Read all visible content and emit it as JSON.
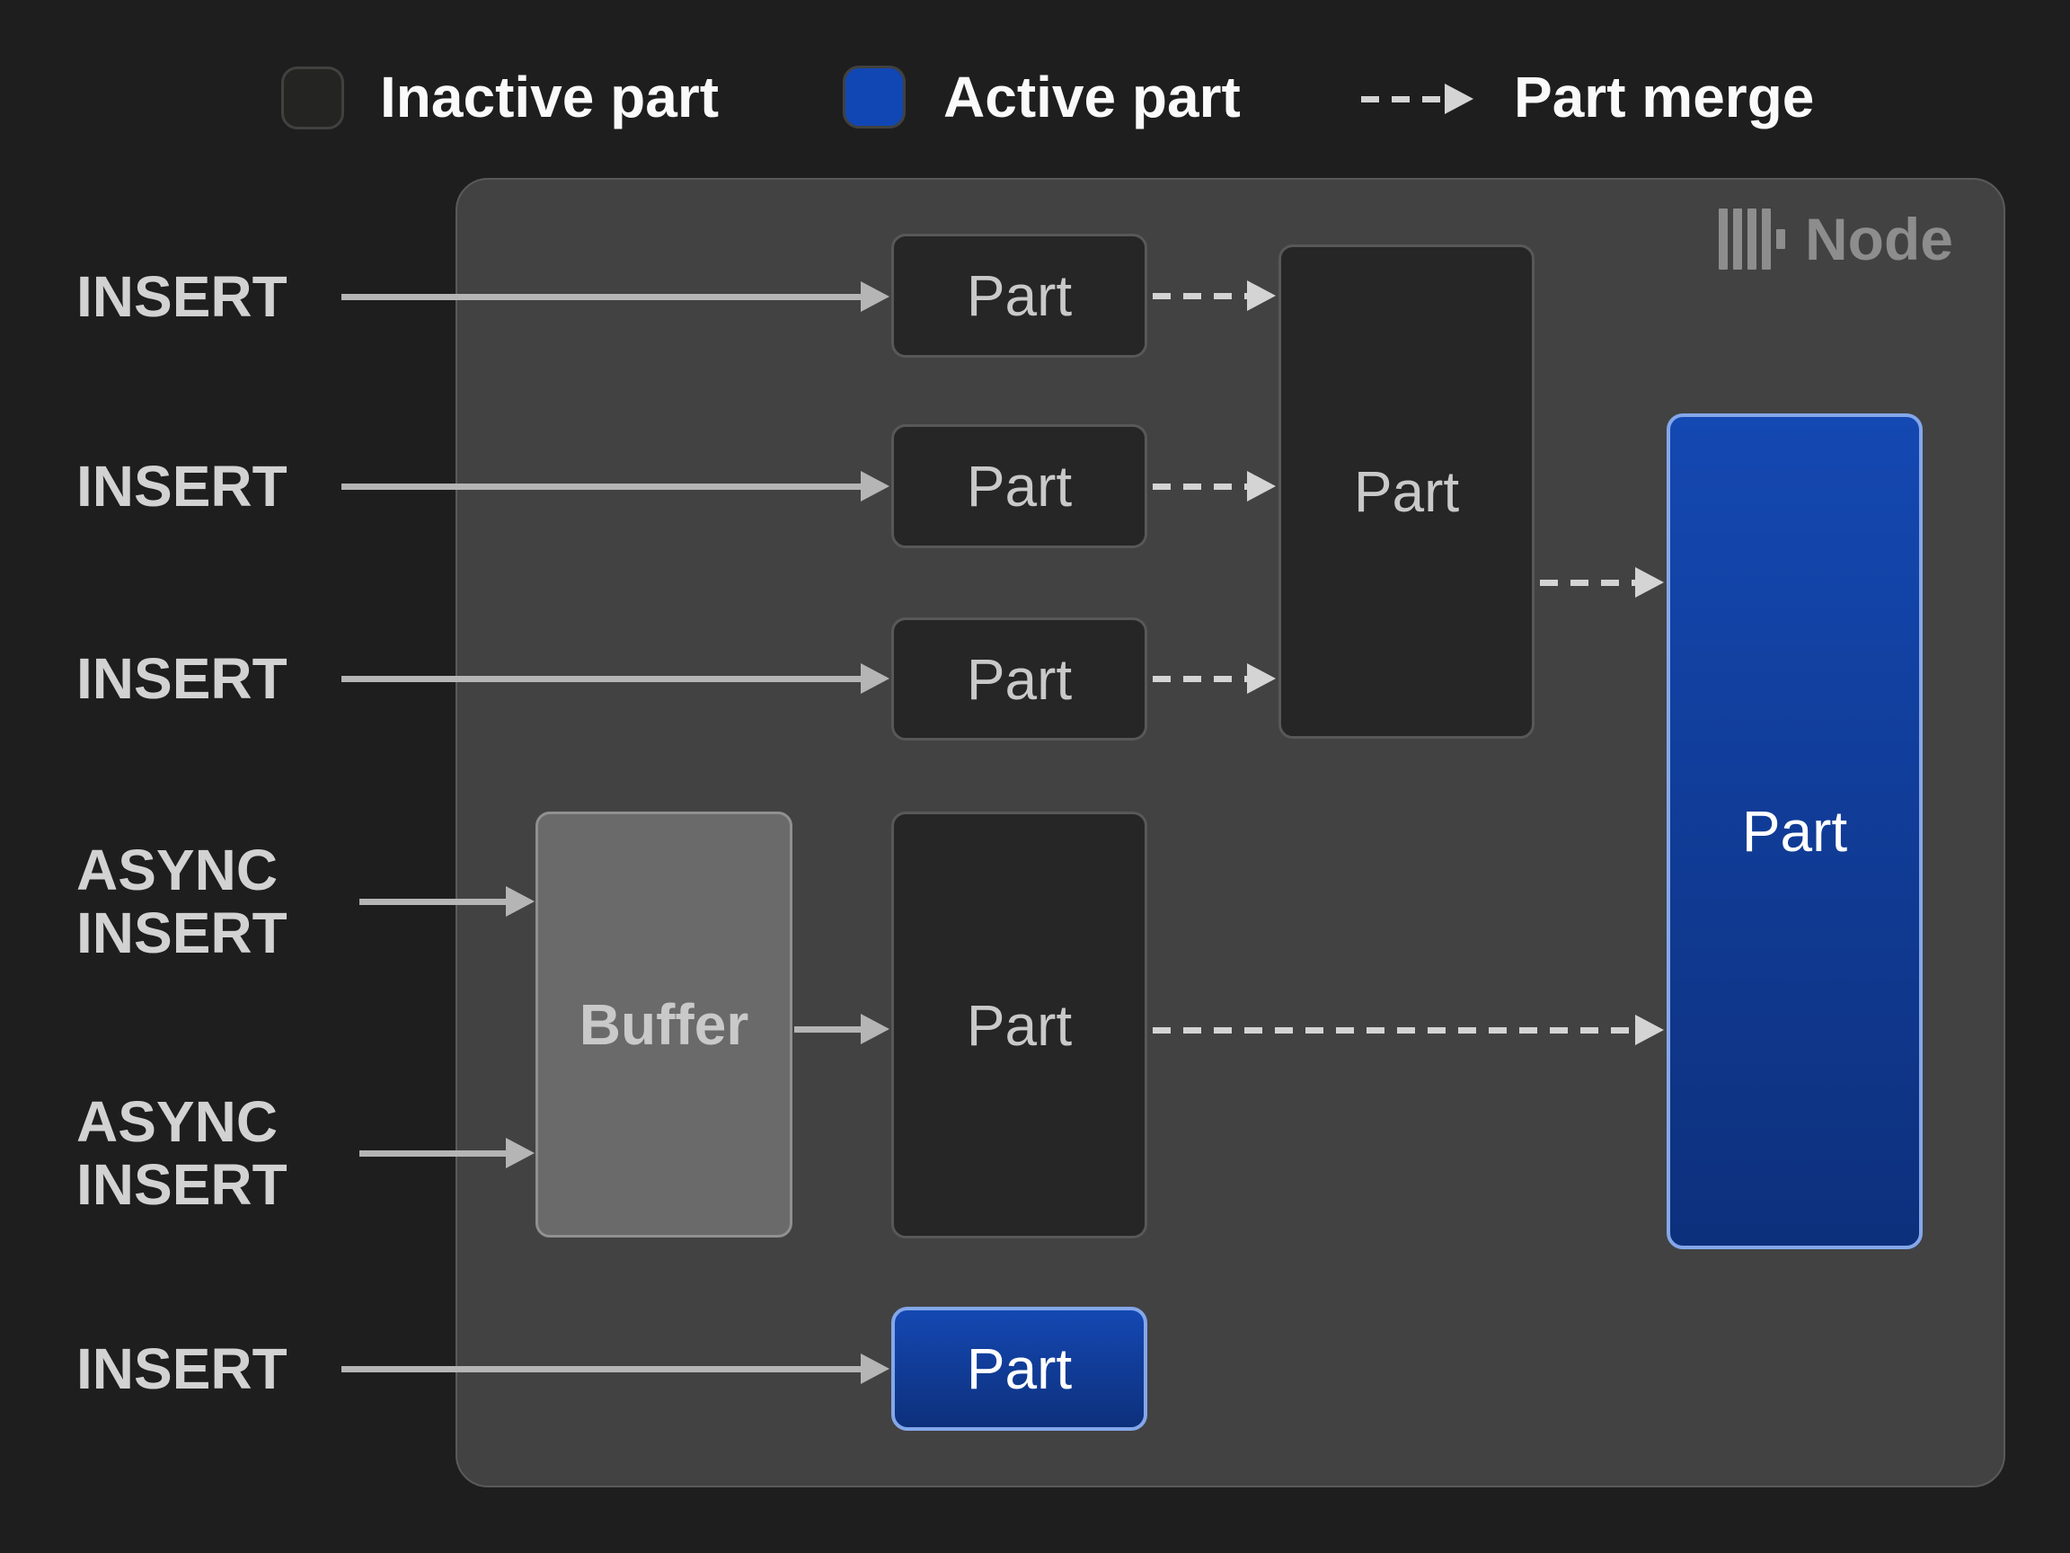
{
  "colors": {
    "page_bg": "#1e1e1f",
    "node_bg": "#424243",
    "node_border": "#5a5a5b",
    "inactive_fill": "#262626",
    "inactive_border": "#585858",
    "buffer_fill": "#6a6a6a",
    "buffer_border": "#909090",
    "active_fill_top": "#1448b2",
    "active_fill_bottom": "#0d307c",
    "active_border": "#84a7ea",
    "legend_swatch_inactive": "#242422",
    "legend_swatch_border": "#414140",
    "legend_active": "#1147b4",
    "arrow": "#b5b5b5",
    "dashed_arrow": "#d4d4d4",
    "label_text": "#d2d2d2",
    "legend_text": "#fafafa",
    "box_text": "#c9c9c9",
    "active_text": "#ffffff",
    "node_label_text": "#8d8d8d"
  },
  "legend": {
    "inactive_label": "Inactive part",
    "active_label": "Active part",
    "merge_label": "Part merge"
  },
  "node": {
    "title": "Node"
  },
  "inputs": {
    "insert1": "INSERT",
    "insert2": "INSERT",
    "insert3": "INSERT",
    "async1": "ASYNC\nINSERT",
    "async2": "ASYNC\nINSERT",
    "insert4": "INSERT"
  },
  "boxes": {
    "part1": "Part",
    "part2": "Part",
    "part3": "Part",
    "merged_part": "Part",
    "buffer": "Buffer",
    "buffered_part": "Part",
    "active_part_main": "Part",
    "active_part_new": "Part"
  }
}
